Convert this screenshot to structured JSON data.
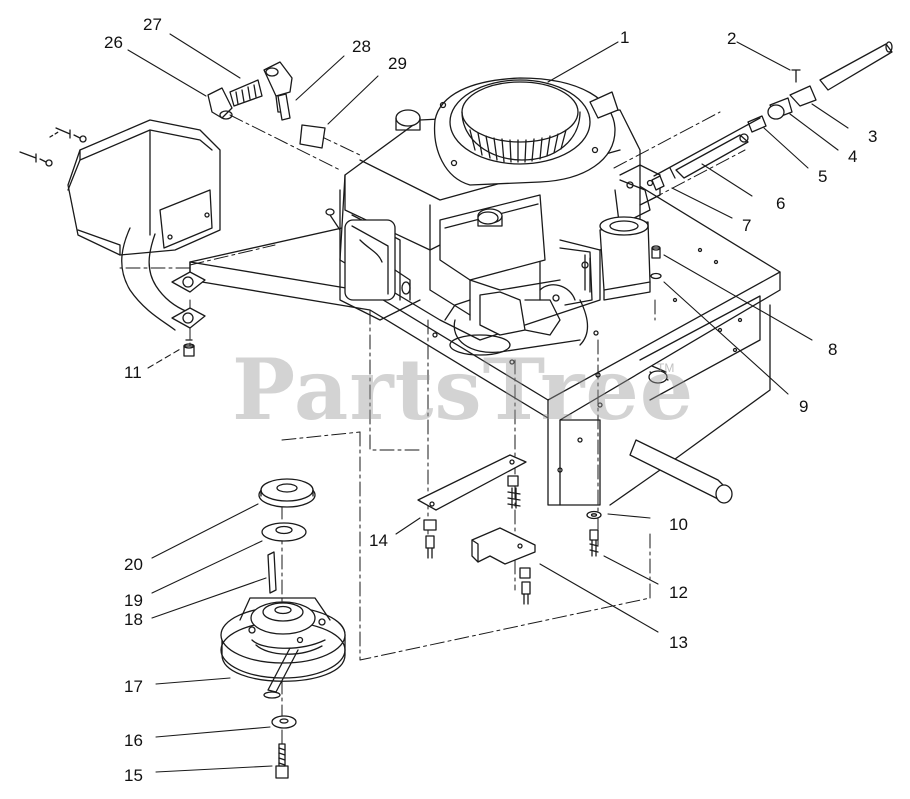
{
  "watermark": {
    "text": "PartsTree",
    "trademark": "TM"
  },
  "callouts": [
    {
      "id": "1",
      "label": "1"
    },
    {
      "id": "2",
      "label": "2"
    },
    {
      "id": "3",
      "label": "3"
    },
    {
      "id": "4",
      "label": "4"
    },
    {
      "id": "5",
      "label": "5"
    },
    {
      "id": "6",
      "label": "6"
    },
    {
      "id": "7",
      "label": "7"
    },
    {
      "id": "8",
      "label": "8"
    },
    {
      "id": "9",
      "label": "9"
    },
    {
      "id": "10",
      "label": "10"
    },
    {
      "id": "11",
      "label": "11"
    },
    {
      "id": "12",
      "label": "12"
    },
    {
      "id": "13",
      "label": "13"
    },
    {
      "id": "14",
      "label": "14"
    },
    {
      "id": "15",
      "label": "15"
    },
    {
      "id": "16",
      "label": "16"
    },
    {
      "id": "17",
      "label": "17"
    },
    {
      "id": "18",
      "label": "18"
    },
    {
      "id": "19",
      "label": "19"
    },
    {
      "id": "20",
      "label": "20"
    },
    {
      "id": "26",
      "label": "26"
    },
    {
      "id": "27",
      "label": "27"
    },
    {
      "id": "28",
      "label": "28"
    },
    {
      "id": "29",
      "label": "29"
    }
  ],
  "colors": {
    "line": "#1a1a1a",
    "watermark": "#9a9a9a",
    "background": "#ffffff"
  }
}
